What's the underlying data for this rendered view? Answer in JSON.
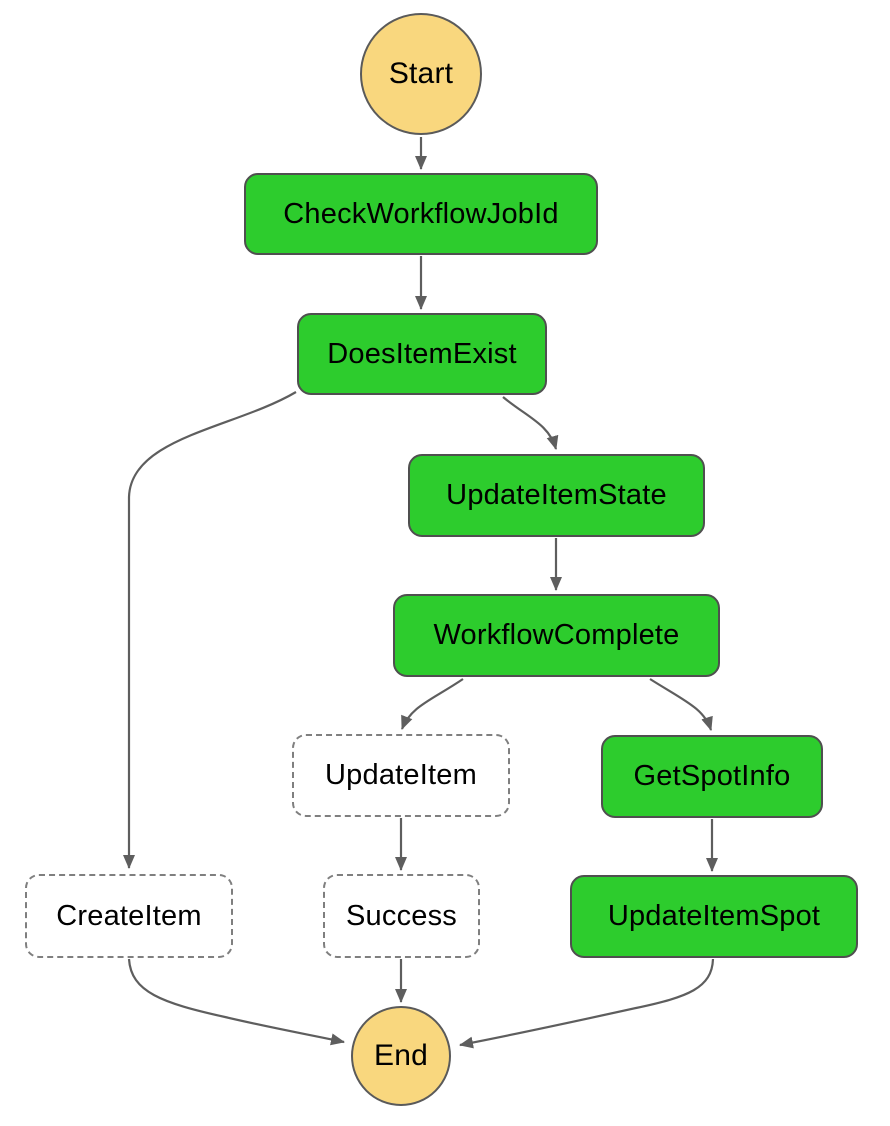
{
  "diagram": {
    "type": "workflow-state-machine-graph",
    "nodes": {
      "start": {
        "label": "Start",
        "kind": "terminal"
      },
      "check_workflow": {
        "label": "CheckWorkflowJobId",
        "kind": "executed"
      },
      "does_item_exist": {
        "label": "DoesItemExist",
        "kind": "executed"
      },
      "update_item_state": {
        "label": "UpdateItemState",
        "kind": "executed"
      },
      "workflow_complete": {
        "label": "WorkflowComplete",
        "kind": "executed"
      },
      "update_item": {
        "label": "UpdateItem",
        "kind": "not-executed"
      },
      "get_spot_info": {
        "label": "GetSpotInfo",
        "kind": "executed"
      },
      "create_item": {
        "label": "CreateItem",
        "kind": "not-executed"
      },
      "success": {
        "label": "Success",
        "kind": "not-executed"
      },
      "update_item_spot": {
        "label": "UpdateItemSpot",
        "kind": "executed"
      },
      "end": {
        "label": "End",
        "kind": "terminal"
      }
    },
    "edges": [
      {
        "from": "Start",
        "to": "CheckWorkflowJobId"
      },
      {
        "from": "CheckWorkflowJobId",
        "to": "DoesItemExist"
      },
      {
        "from": "DoesItemExist",
        "to": "UpdateItemState"
      },
      {
        "from": "DoesItemExist",
        "to": "CreateItem"
      },
      {
        "from": "UpdateItemState",
        "to": "WorkflowComplete"
      },
      {
        "from": "WorkflowComplete",
        "to": "UpdateItem"
      },
      {
        "from": "WorkflowComplete",
        "to": "GetSpotInfo"
      },
      {
        "from": "UpdateItem",
        "to": "Success"
      },
      {
        "from": "GetSpotInfo",
        "to": "UpdateItemSpot"
      },
      {
        "from": "CreateItem",
        "to": "End"
      },
      {
        "from": "Success",
        "to": "End"
      },
      {
        "from": "UpdateItemSpot",
        "to": "End"
      }
    ],
    "colors": {
      "executed_fill": "#2dcc2d",
      "terminal_fill": "#f9d77e",
      "not_executed_fill": "#ffffff",
      "node_border": "#4f4f4f",
      "dashed_border": "#7f7f7f",
      "edge_stroke": "#5e5e5e",
      "text": "#000000",
      "background": "#ffffff"
    }
  }
}
